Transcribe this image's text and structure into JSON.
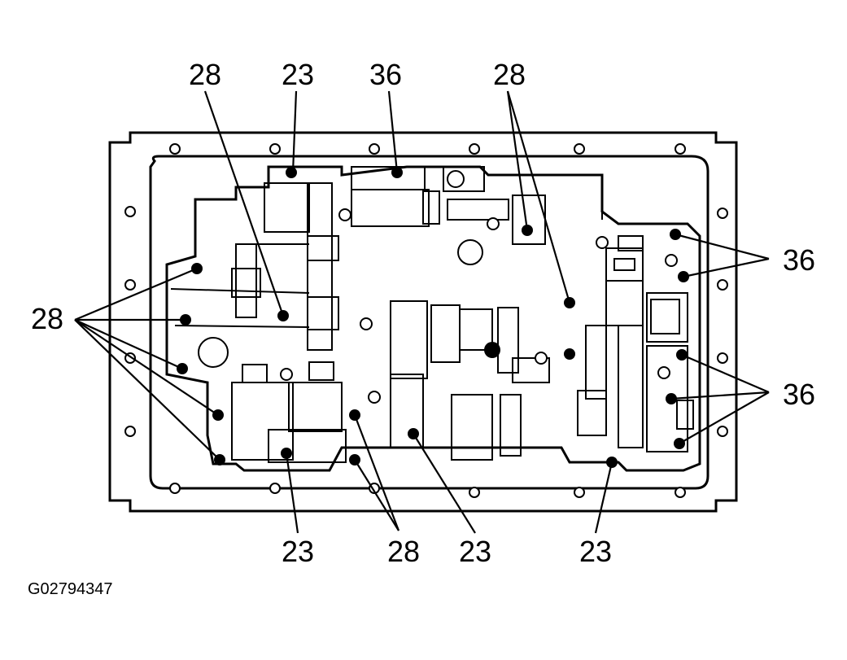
{
  "labels": {
    "top_28_left": "28",
    "top_23": "23",
    "top_36": "36",
    "top_28_right": "28",
    "left_28": "28",
    "right_36_upper": "36",
    "right_36_lower": "36",
    "bottom_23_left": "23",
    "bottom_28": "28",
    "bottom_23_mid": "23",
    "bottom_23_right": "23"
  },
  "figure_id": "G02794347",
  "colors": {
    "ink": "#000000",
    "paper": "#ffffff"
  }
}
